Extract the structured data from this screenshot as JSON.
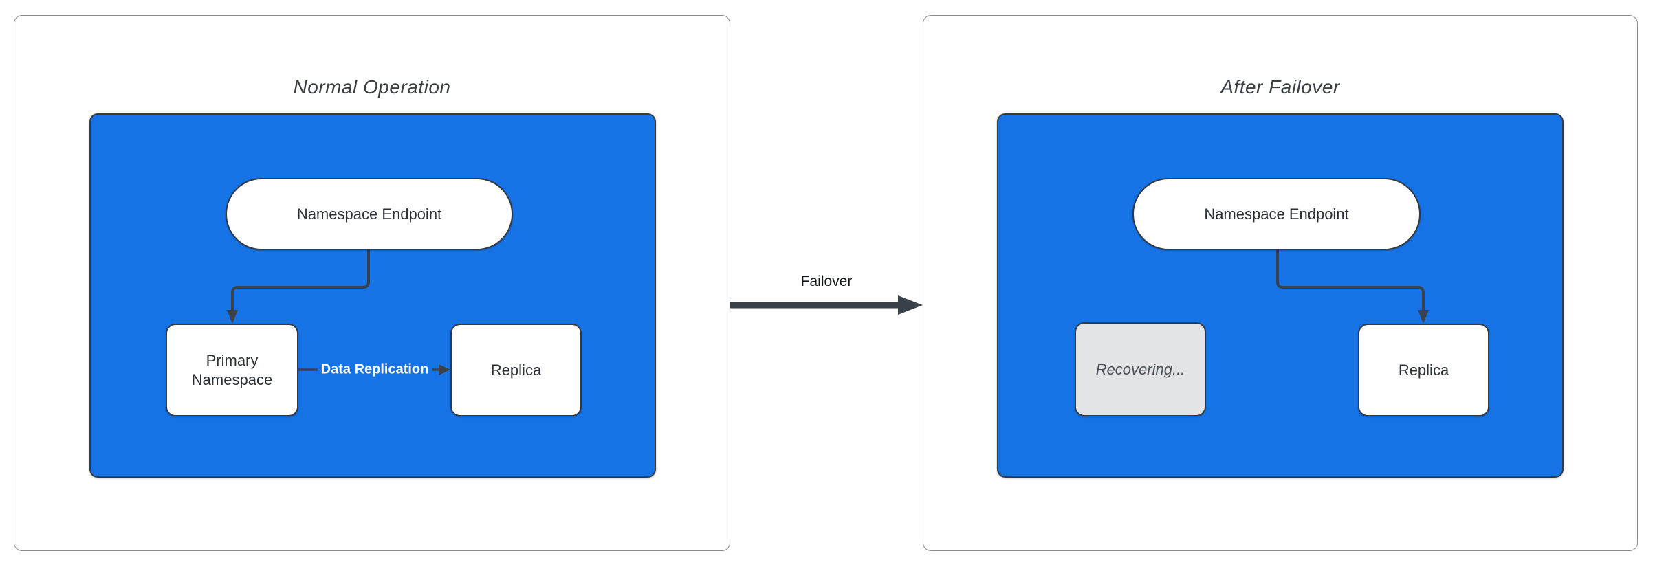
{
  "normal_panel": {
    "title": "Normal Operation",
    "namespace_endpoint": "Namespace Endpoint",
    "primary_namespace": "Primary Namespace",
    "replica": "Replica",
    "data_replication_label": "Data Replication"
  },
  "failover_panel": {
    "title": "After Failover",
    "namespace_endpoint": "Namespace Endpoint",
    "recovering": "Recovering...",
    "replica": "Replica"
  },
  "failover_arrow_label": "Failover",
  "colors": {
    "container_fill": "#1673e6",
    "arrow_stroke": "#3a4148",
    "node_border": "#33393f",
    "node_text": "#2b3036",
    "panel_border": "#8a8a8a",
    "title_text": "#3a3f45",
    "recovering_fill": "#e2e4e6",
    "recovering_text": "#4a5057",
    "replication_label_text": "#ffffff",
    "background": "#ffffff"
  }
}
